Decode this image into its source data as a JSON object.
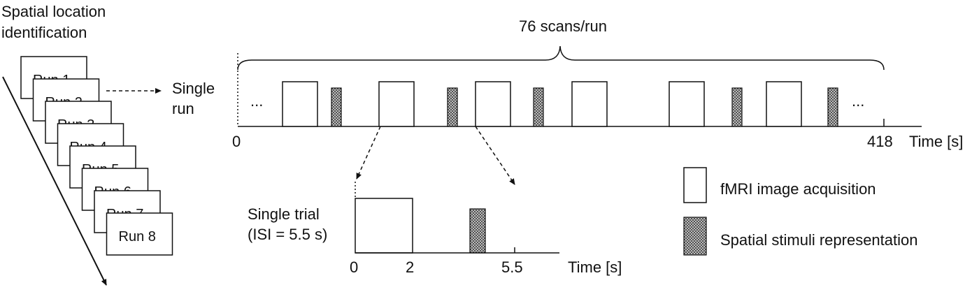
{
  "heading": {
    "line1": "Spatial location",
    "line2": "identification"
  },
  "runs": [
    "Run 1",
    "Run 2",
    "Run 3",
    "Run 4",
    "Run 5",
    "Run 6",
    "Run 7",
    "Run 8"
  ],
  "single_run": {
    "label_line1": "Single",
    "label_line2": "run",
    "scans_label": "76 scans/run",
    "ellipsis_left": "...",
    "ellipsis_right": "...",
    "axis_start": "0",
    "axis_end": "418",
    "axis_unit": "Time [s]"
  },
  "single_trial": {
    "label_line1": "Single trial",
    "label_line2": "(ISI = 5.5 s)",
    "tick_0": "0",
    "tick_2": "2",
    "tick_55": "5.5",
    "axis_unit": "Time [s]"
  },
  "legend": {
    "acquisition": "fMRI image acquisition",
    "stimuli": "Spatial stimuli representation"
  },
  "colors": {
    "line": "#111111",
    "stimulus_fill": "#7a7a7a",
    "background": "#ffffff"
  }
}
